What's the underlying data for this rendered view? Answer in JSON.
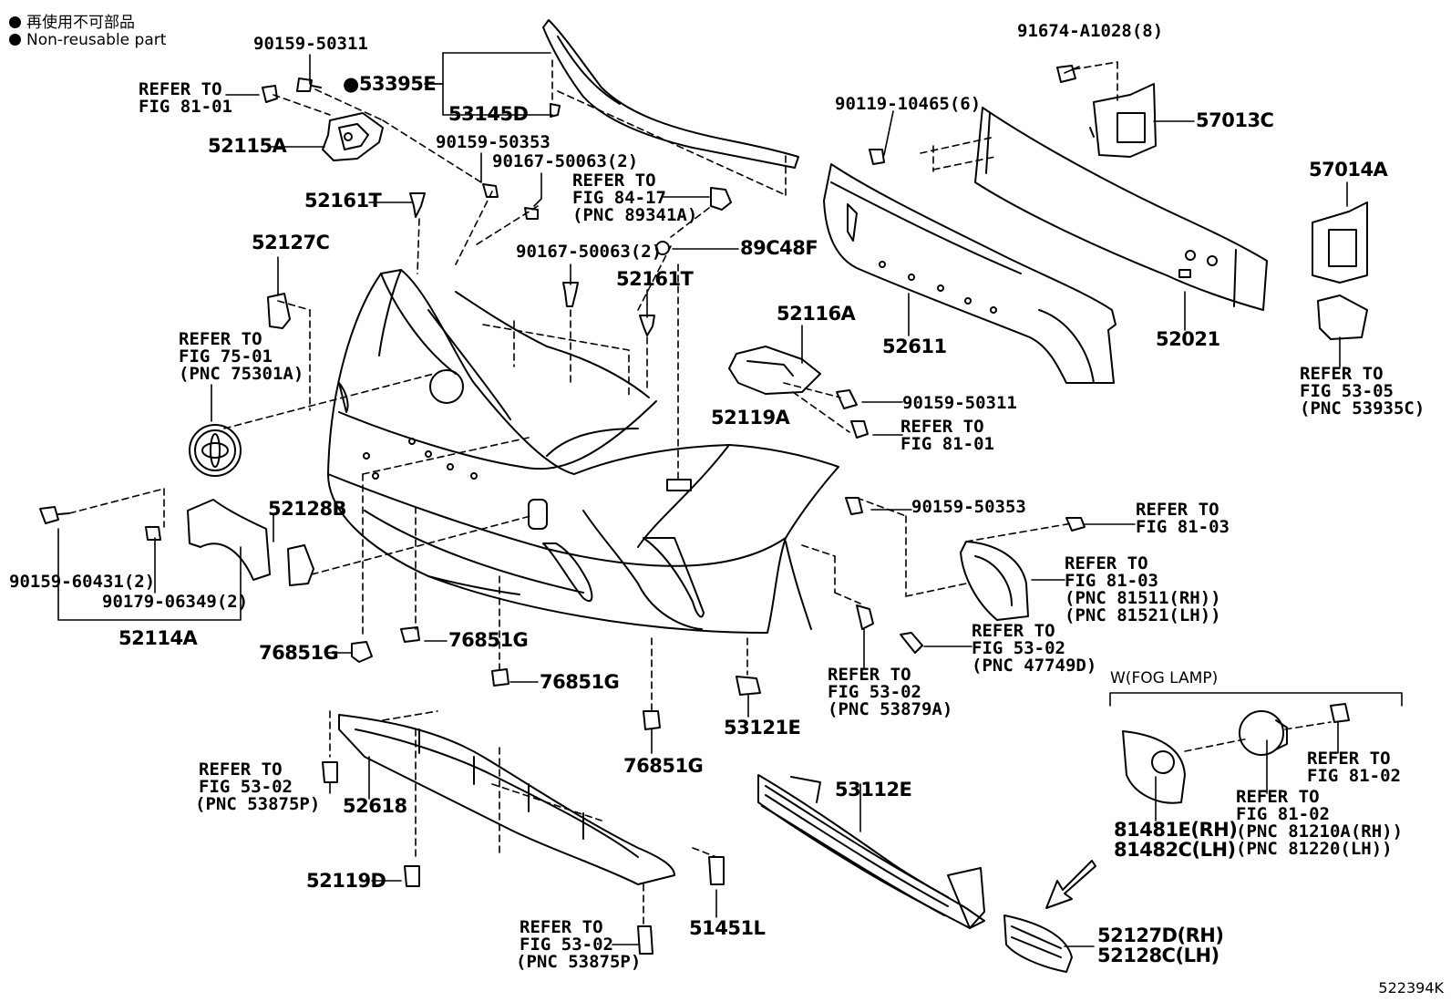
{
  "legend": {
    "marker": "●",
    "reuse_jp": "再使用不可部品",
    "reuse_en": "Non-reusable part"
  },
  "diagram_code": "522394K",
  "fog_lamp_group": "W(FOG LAMP)",
  "labels": {
    "l_90159_50311_top": "90159-50311",
    "l_ref_81_01_a1": "REFER TO",
    "l_ref_81_01_a2": "FIG 81-01",
    "l_53395e": "●53395E",
    "l_53145d": "53145D",
    "l_52115a": "52115A",
    "l_90159_50353_top": "90159-50353",
    "l_90167_50063_2_top": "90167-50063(2)",
    "l_ref_84_17_1": "REFER TO",
    "l_ref_84_17_2": "FIG 84-17",
    "l_ref_84_17_3": "(PNC 89341A)",
    "l_52161t_top": "52161T",
    "l_52127c": "52127C",
    "l_90167_50063_2_mid": "90167-50063(2)",
    "l_89c48f": "89C48F",
    "l_52161t_mid": "52161T",
    "l_ref_75_01_1": "REFER TO",
    "l_ref_75_01_2": "FIG 75-01",
    "l_ref_75_01_3": "(PNC 75301A)",
    "l_91674": "91674-A1028(8)",
    "l_90119": "90119-10465(6)",
    "l_57013c": "57013C",
    "l_57014a": "57014A",
    "l_52611": "52611",
    "l_52021": "52021",
    "l_ref_53_05_1": "REFER TO",
    "l_ref_53_05_2": "FIG 53-05",
    "l_ref_53_05_3": "(PNC 53935C)",
    "l_52116a": "52116A",
    "l_90159_50311_right": "90159-50311",
    "l_ref_81_01_b1": "REFER TO",
    "l_ref_81_01_b2": "FIG 81-01",
    "l_52119a": "52119A",
    "l_90159_50353_right": "90159-50353",
    "l_ref_81_03_a1": "REFER TO",
    "l_ref_81_03_a2": "FIG 81-03",
    "l_ref_81_03_b1": "REFER TO",
    "l_ref_81_03_b2": "FIG 81-03",
    "l_ref_81_03_b3": "(PNC 81511(RH))",
    "l_ref_81_03_b4": "(PNC 81521(LH))",
    "l_52128b": "52128B",
    "l_90159_60431": "90159-60431(2)",
    "l_90179_06349": "90179-06349(2)",
    "l_52114a": "52114A",
    "l_76851g_1": "76851G",
    "l_76851g_2": "76851G",
    "l_76851g_3": "76851G",
    "l_76851g_4": "76851G",
    "l_53121e": "53121E",
    "l_ref_53_02_a1": "REFER TO",
    "l_ref_53_02_a2": "FIG 53-02",
    "l_ref_53_02_a3": "(PNC 47749D)",
    "l_ref_53_02_b1": "REFER TO",
    "l_ref_53_02_b2": "FIG 53-02",
    "l_ref_53_02_b3": "(PNC 53879A)",
    "l_ref_53_02_c1": "REFER TO",
    "l_ref_53_02_c2": "FIG 53-02",
    "l_ref_53_02_c3": "(PNC 53875P)",
    "l_52618": "52618",
    "l_52119d": "52119D",
    "l_51451l": "51451L",
    "l_ref_53_02_d1": "REFER TO",
    "l_ref_53_02_d2": "FIG 53-02",
    "l_ref_53_02_d3": "(PNC 53875P)",
    "l_53112e": "53112E",
    "l_ref_81_02_a1": "REFER TO",
    "l_ref_81_02_a2": "FIG 81-02",
    "l_ref_81_02_b1": "REFER TO",
    "l_ref_81_02_b2": "FIG 81-02",
    "l_ref_81_02_b3": "(PNC 81210A(RH))",
    "l_ref_81_02_b4": "(PNC 81220(LH))",
    "l_81481e": "81481E(RH)",
    "l_81482c": "81482C(LH)",
    "l_52127d": "52127D(RH)",
    "l_52128c": "52128C(LH)"
  }
}
